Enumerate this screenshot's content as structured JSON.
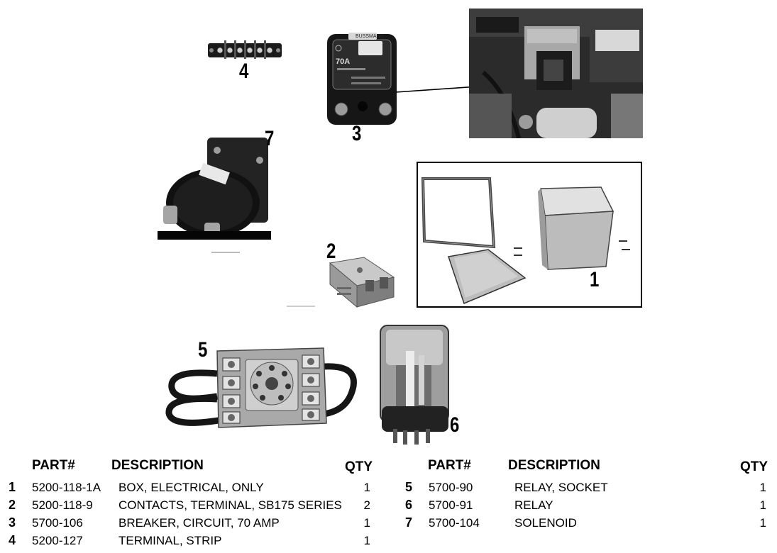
{
  "callouts": {
    "c1": "1",
    "c2": "2",
    "c3": "3",
    "c4": "4",
    "c5": "5",
    "c6": "6",
    "c7": "7"
  },
  "breaker_face": {
    "brand": "BUSSMANN",
    "rating": "70A"
  },
  "table": {
    "headers": {
      "part": "PART#",
      "description": "DESCRIPTION",
      "qty": "QTY"
    },
    "left_rows": [
      {
        "num": "1",
        "part": "5200-118-1A",
        "description": "BOX, ELECTRICAL, ONLY",
        "qty": "1"
      },
      {
        "num": "2",
        "part": "5200-118-9",
        "description": "CONTACTS, TERMINAL, SB175 SERIES",
        "qty": "2"
      },
      {
        "num": "3",
        "part": "5700-106",
        "description": "BREAKER, CIRCUIT, 70 AMP",
        "qty": "1"
      },
      {
        "num": "4",
        "part": "5200-127",
        "description": "TERMINAL, STRIP",
        "qty": "1"
      }
    ],
    "right_rows": [
      {
        "num": "5",
        "part": "5700-90",
        "description": "RELAY, SOCKET",
        "qty": "1"
      },
      {
        "num": "6",
        "part": "5700-91",
        "description": "RELAY",
        "qty": "1"
      },
      {
        "num": "7",
        "part": "5700-104",
        "description": "SOLENOID",
        "qty": "1"
      }
    ]
  }
}
